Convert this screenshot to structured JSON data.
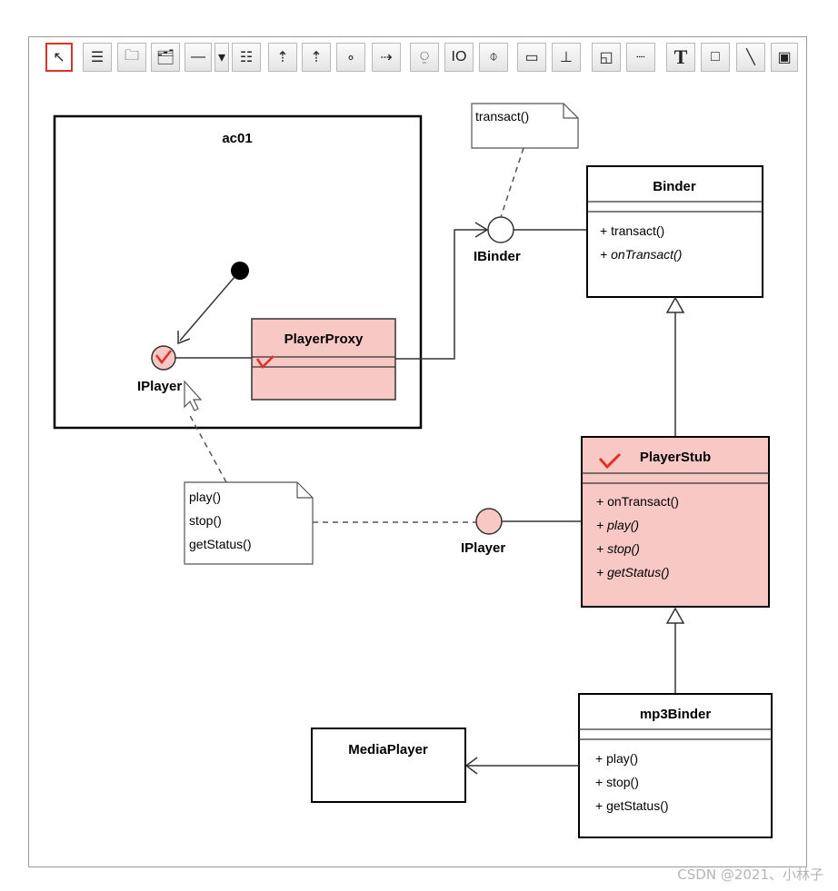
{
  "toolbar": {
    "buttons": [
      {
        "icon": "select-arrow-icon",
        "glyph": "↖",
        "active": true
      },
      {
        "icon": "class-icon",
        "glyph": "☰"
      },
      {
        "icon": "package-icon",
        "glyph": "🗀"
      },
      {
        "icon": "subsystem-icon",
        "glyph": "🗂"
      },
      {
        "icon": "association-icon",
        "glyph": "—"
      },
      {
        "icon": "dropdown-icon",
        "glyph": "▾"
      },
      {
        "icon": "interface-class-icon",
        "glyph": "☷"
      },
      {
        "icon": "generalization-icon",
        "glyph": "⇡"
      },
      {
        "icon": "realization-icon",
        "glyph": "⇡"
      },
      {
        "icon": "point-icon",
        "glyph": "∘"
      },
      {
        "icon": "dependency-icon",
        "glyph": "⇢"
      },
      {
        "icon": "interface-lollipop-icon",
        "glyph": "⍜"
      },
      {
        "icon": "required-interface-icon",
        "glyph": "IO"
      },
      {
        "icon": "provided-interface-icon",
        "glyph": "⌽"
      },
      {
        "icon": "rectangle-fill-icon",
        "glyph": "▭"
      },
      {
        "icon": "anchor-icon",
        "glyph": "⊥"
      },
      {
        "icon": "note-icon",
        "glyph": "◱"
      },
      {
        "icon": "dash-line-icon",
        "glyph": "┈"
      },
      {
        "icon": "text-icon",
        "glyph": "T"
      },
      {
        "icon": "box-icon",
        "glyph": "□"
      },
      {
        "icon": "line-icon",
        "glyph": "╲"
      },
      {
        "icon": "image-icon",
        "glyph": "▣"
      }
    ]
  },
  "diagram": {
    "component_title": "ac01",
    "interfaces": {
      "iplayer_left": "IPlayer",
      "ibinder": "IBinder",
      "iplayer_right": "IPlayer"
    },
    "classes": {
      "player_proxy": {
        "name": "PlayerProxy"
      },
      "binder": {
        "name": "Binder",
        "methods": [
          "+ transact()",
          "+ onTransact()"
        ]
      },
      "player_stub": {
        "name": "PlayerStub",
        "methods": [
          "+ onTransact()",
          "+ play()",
          "+ stop()",
          "+ getStatus()"
        ]
      },
      "mp3_binder": {
        "name": "mp3Binder",
        "methods": [
          "+ play()",
          "+ stop()",
          "+ getStatus()"
        ]
      },
      "media_player": {
        "name": "MediaPlayer"
      }
    },
    "notes": {
      "transact_note": [
        "transact()"
      ],
      "player_note": [
        "play()",
        "stop()",
        "getStatus()"
      ]
    },
    "colors": {
      "highlight_fill": "#f8c8c4",
      "check_red": "#e0302a",
      "line": "#333333"
    }
  },
  "watermark": "CSDN @2021、小林子"
}
